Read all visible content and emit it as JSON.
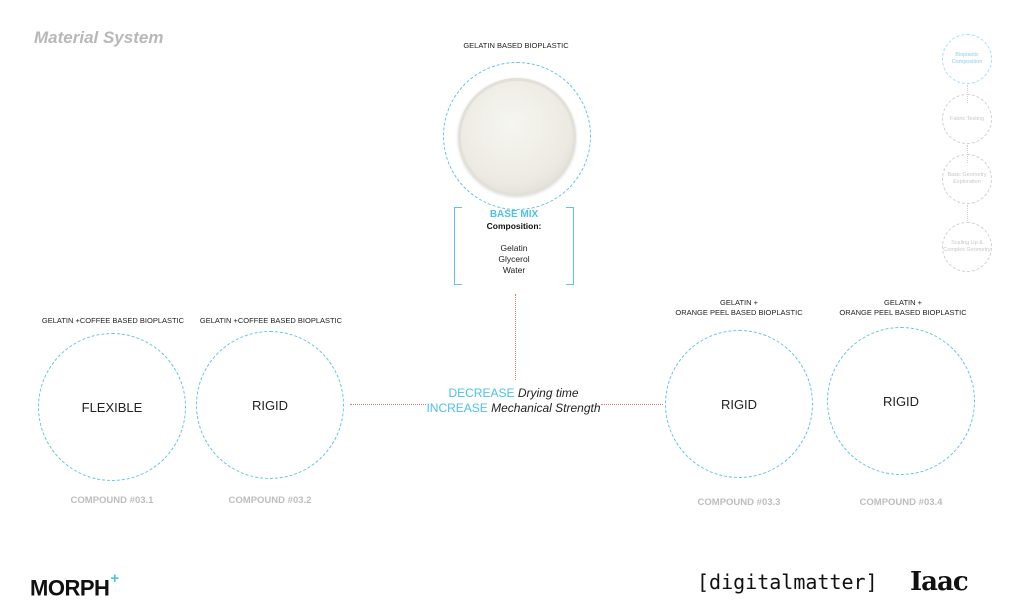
{
  "page_title": "Material System",
  "base": {
    "label": "GELATIN BASED BIOPLASTIC",
    "mix_title": "BASE MIX",
    "mix_subtitle": "Composition:",
    "ingredients": [
      "Gelatin",
      "Glycerol",
      "Water"
    ]
  },
  "center": {
    "decrease_kw": "DECREASE",
    "decrease_text": "Drying time",
    "increase_kw": "INCREASE",
    "increase_text": "Mechanical Strength"
  },
  "compounds": [
    {
      "label_line1": "GELATIN +COFFEE BASED BIOPLASTIC",
      "label_line2": "",
      "state": "FLEXIBLE",
      "name": "COMPOUND #03.1"
    },
    {
      "label_line1": "GELATIN +COFFEE BASED BIOPLASTIC",
      "label_line2": "",
      "state": "RIGID",
      "name": "COMPOUND #03.2"
    },
    {
      "label_line1": "GELATIN +",
      "label_line2": "ORANGE PEEL BASED BIOPLASTIC",
      "state": "RIGID",
      "name": "COMPOUND #03.3"
    },
    {
      "label_line1": "GELATIN +",
      "label_line2": "ORANGE PEEL BASED BIOPLASTIC",
      "state": "RIGID",
      "name": "COMPOUND #03.4"
    }
  ],
  "nav": [
    {
      "label": "Bioplastic Composition",
      "active": true
    },
    {
      "label": "Fabric Testing",
      "active": false
    },
    {
      "label": "Basic Geometry Exploration",
      "active": false
    },
    {
      "label": "Scaling Up & Complex Geometry",
      "active": false
    }
  ],
  "logos": {
    "morph": "MORPH",
    "morph_sup": "+",
    "digitalmatter": "[digitalmatter]",
    "iaac": "Iaac"
  },
  "colors": {
    "accent": "#4fc0ea",
    "dashed_circle": "#5fc3e8",
    "connector": "#e07a7a",
    "muted": "#bdbdbd"
  }
}
